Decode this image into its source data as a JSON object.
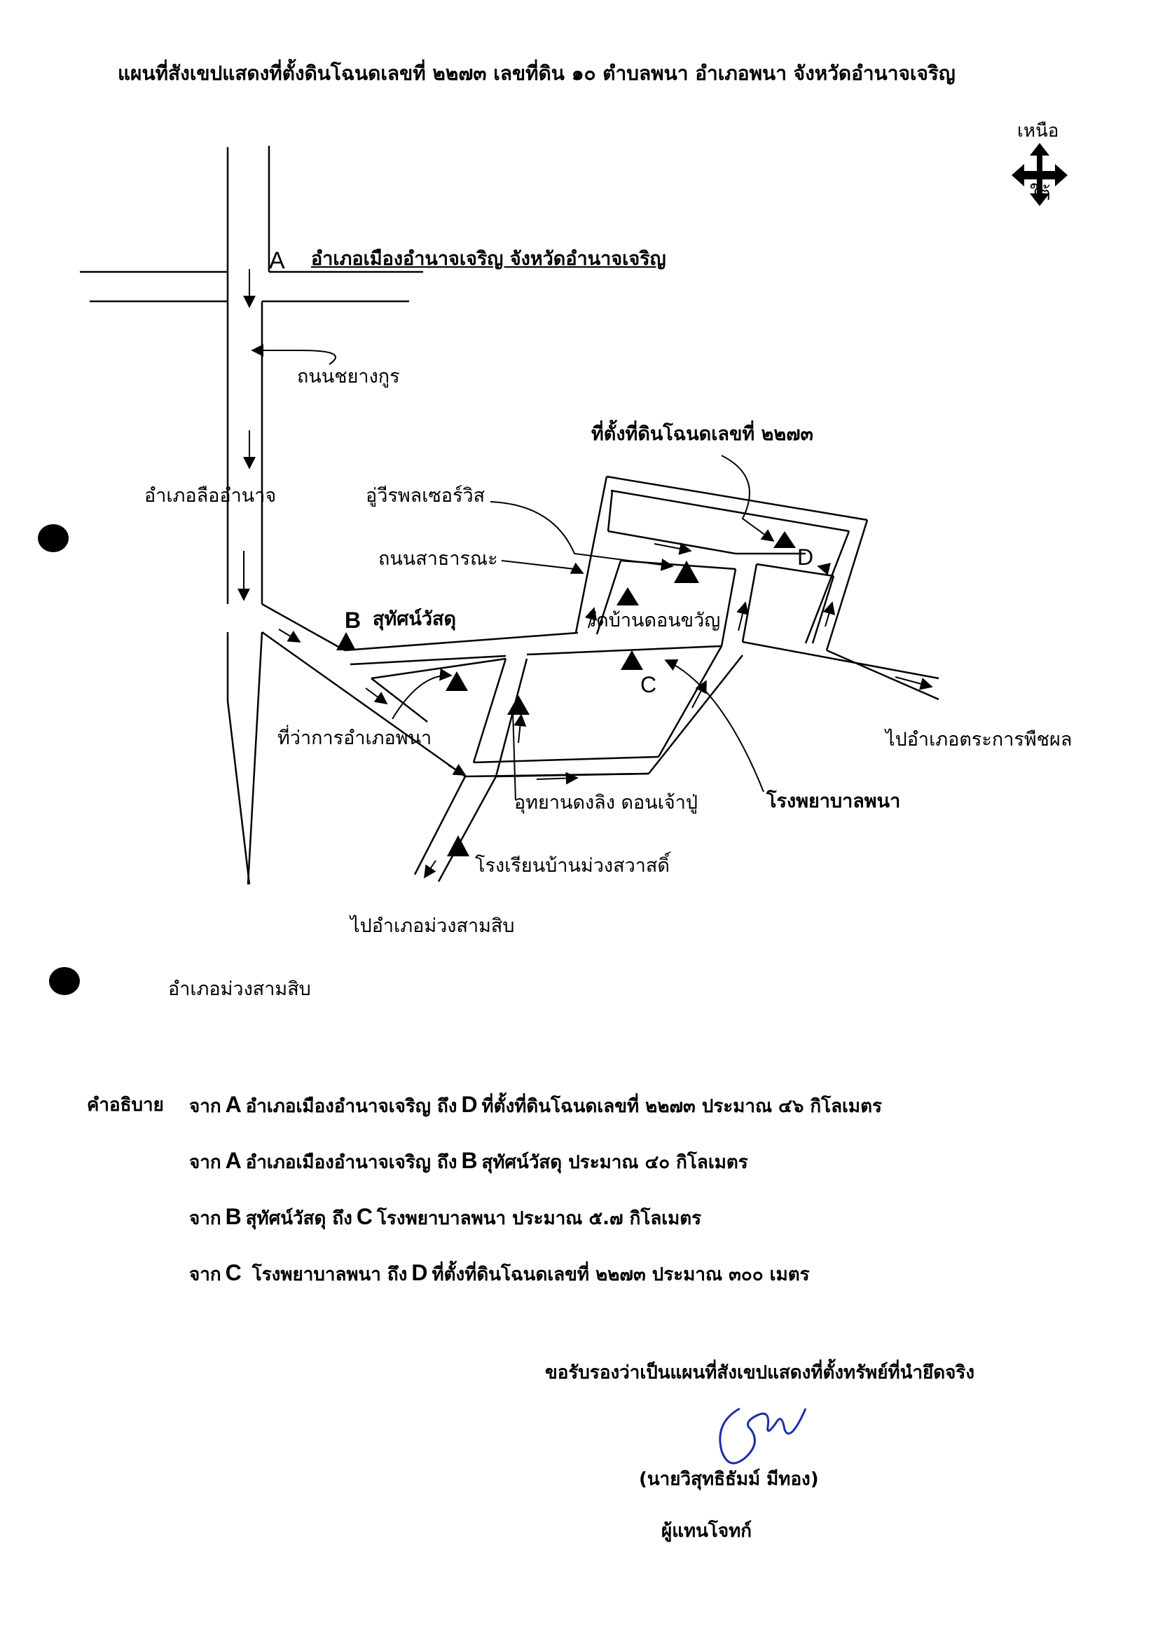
{
  "document": {
    "title": "แผนที่สังเขปแสดงที่ตั้งดินโฉนดเลขที่ ๒๒๗๓ เลขที่ดิน ๑๐ ตำบลพนา อำเภอพนา จังหวัดอำนาจเจริญ",
    "compass": {
      "north": "เหนือ",
      "south": "ใต้"
    }
  },
  "map": {
    "labels": {
      "point_a_letter": "A",
      "point_a_name": "อำเภอเมืองอำนาจเจริญ  จังหวัดอำนาจเจริญ",
      "road_chayangkun": "ถนนชยางกูร",
      "lue_amnat": "อำเภอลืออำนาจ",
      "uwiphon": "อู่วีรพลเซอร์วิส",
      "public_road": "ถนนสาธารณะ",
      "site_d_title": "ที่ตั้งที่ดินโฉนดเลขที่ ๒๒๗๓",
      "point_b_letter": "B",
      "point_b_name": "สุทัศน์วัสดุ",
      "wat": "วัดบ้านดอนขวัญ",
      "point_c_letter": "C",
      "point_d_letter": "D",
      "district_office": "ที่ว่าการอำเภอพนา",
      "park": "อุทยานดงลิง  ดอนเจ้าปู่",
      "hospital": "โรงพยาบาลพนา",
      "school": "โรงเรียนบ้านม่วงสวาสดิ์",
      "to_trakan": "ไปอำเภอตระการพืชผล",
      "to_muang": "ไปอำเภอม่วงสามสิบ",
      "muang_district": "อำเภอม่วงสามสิบ"
    }
  },
  "legend": {
    "caption": "คำอธิบาย",
    "rows": [
      {
        "w1": "จาก",
        "p1": "A",
        "t1": "อำเภอเมืองอำนาจเจริญ  ถึง",
        "p2": "D",
        "t2": "ที่ตั้งที่ดินโฉนดเลขที่ ๒๒๗๓ ประมาณ ๔๖ กิโลเมตร"
      },
      {
        "w1": "จาก",
        "p1": "A",
        "t1": "อำเภอเมืองอำนาจเจริญ ถึง",
        "p2": "B",
        "t2": "สุทัศน์วัสดุ  ประมาณ  ๔๐ กิโลเมตร"
      },
      {
        "w1": "จาก",
        "p1": "B",
        "t1": "สุทัศน์วัสดุ  ถึง",
        "p2": "C",
        "t2": "โรงพยาบาลพนา ประมาณ ๕.๗  กิโลเมตร"
      },
      {
        "w1": "จาก",
        "p1": "C",
        "t1": " โรงพยาบาลพนา ถึง",
        "p2": "D",
        "t2": "ที่ตั้งที่ดินโฉนดเลขที่ ๒๒๗๓ ประมาณ ๓๐๐ เมตร"
      }
    ]
  },
  "certification": {
    "statement": "ขอรับรองว่าเป็นแผนที่สังเขปแสดงที่ตั้งทรัพย์ที่นำยึดจริง",
    "name": "(นายวิสุทธิธัมม์  มีทอง)",
    "role": "ผู้แทนโจทก์"
  }
}
